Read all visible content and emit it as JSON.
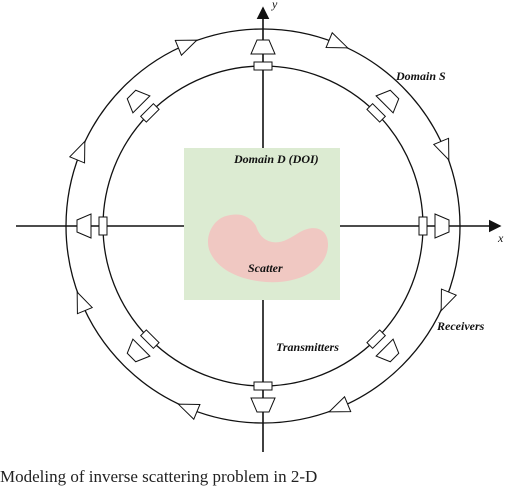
{
  "labels": {
    "y_axis": "y",
    "x_axis": "x",
    "domain_s": "Domain S",
    "domain_d": "Domain D (DOI)",
    "scatter": "Scatter",
    "transmitters": "Transmitters",
    "receivers": "Receivers"
  },
  "caption": "Modeling of inverse scattering problem in 2-D",
  "colors": {
    "doi_fill": "#dcebd2",
    "scatter_fill": "#f0c8c2",
    "line": "#111111"
  },
  "icons": [
    "transmitter-icon",
    "receiver-icon"
  ]
}
